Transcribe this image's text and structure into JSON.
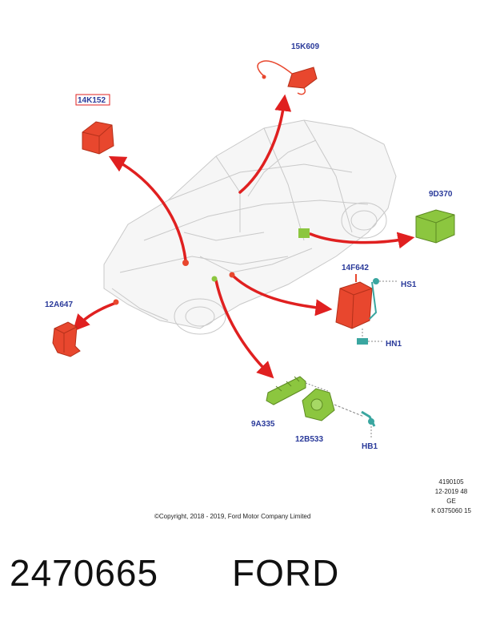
{
  "labels": {
    "part_14K152": "14K152",
    "part_15K609": "15K609",
    "part_9D370": "9D370",
    "part_14F642": "14F642",
    "part_HS1": "HS1",
    "part_HN1": "HN1",
    "part_12A647": "12A647",
    "part_9A335": "9A335",
    "part_12B533": "12B533",
    "part_HB1": "HB1"
  },
  "meta": {
    "line1": "4190105",
    "line2": "12-2019 48",
    "line3": "GE",
    "line4": "K 0375060 15"
  },
  "copyright": "©Copyright, 2018 - 2019, Ford Motor Company Limited",
  "footer": {
    "part_number": "2470665",
    "brand": "FORD"
  },
  "colors": {
    "red_part": "#e8472e",
    "green_part": "#8cc63f",
    "teal_part": "#3aa6a0",
    "label_text": "#2a3a9a",
    "arrow": "#e02020"
  }
}
